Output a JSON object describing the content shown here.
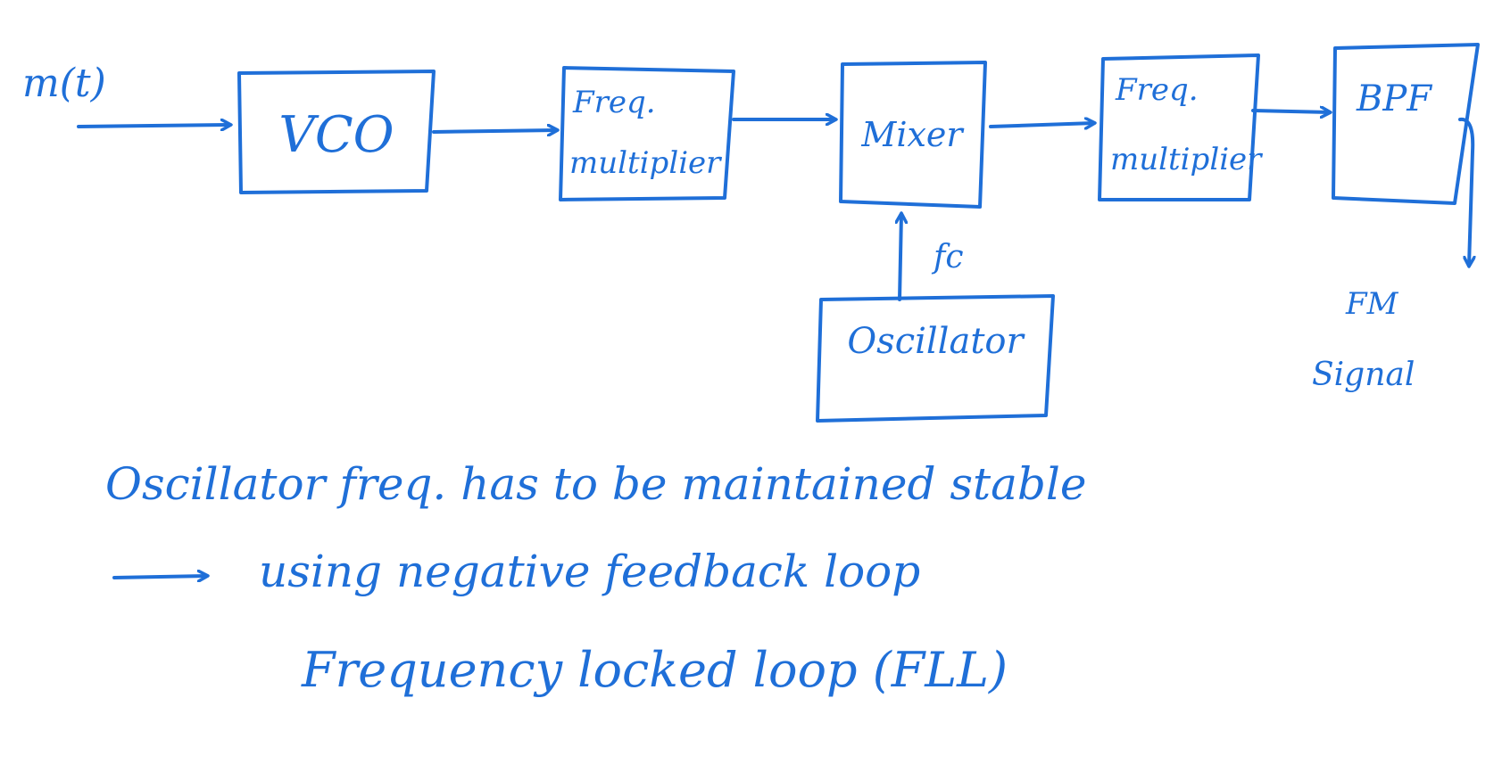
{
  "diagram": {
    "input_label": "m(t)",
    "blocks": {
      "vco": "VCO",
      "freq_mult_1": [
        "Freq.",
        "multiplier"
      ],
      "mixer": "Mixer",
      "freq_mult_2": [
        "Freq.",
        "multiplier"
      ],
      "bpf": "BPF",
      "oscillator": "Oscillator"
    },
    "fc_label": "fc",
    "output_label": [
      "FM",
      "Signal"
    ]
  },
  "notes": {
    "line1": "Oscillator freq. has to be maintained stable",
    "line2": "using negative feedback loop",
    "line3": "Frequency locked loop (FLL)"
  },
  "colors": {
    "ink": "#1f6fd8",
    "background": "#ffffff"
  }
}
